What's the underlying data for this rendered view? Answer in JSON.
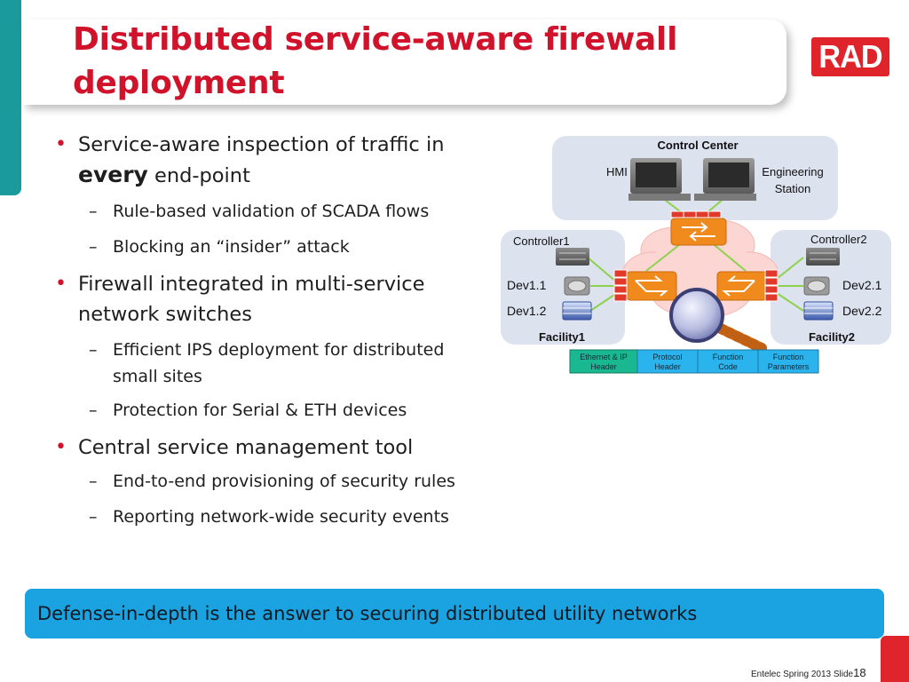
{
  "slide": {
    "title": "Distributed service-aware firewall deployment",
    "logo_text": "RAD"
  },
  "bullets": [
    {
      "level": 1,
      "text": "Service-aware inspection of traffic in",
      "emphasis": "every",
      "rest": "end-point"
    },
    {
      "level": 2,
      "text": "Rule-based validation of SCADA flows"
    },
    {
      "level": 2,
      "text": "Blocking an “insider” attack"
    },
    {
      "level": 1,
      "text": "Firewall integrated in multi-service network switches"
    },
    {
      "level": 2,
      "text": "Efficient IPS deployment for distributed small sites"
    },
    {
      "level": 2,
      "text": "Protection for Serial & ETH devices"
    },
    {
      "level": 1,
      "text": "Central service management tool"
    },
    {
      "level": 2,
      "text": "End-to-end provisioning of security rules"
    },
    {
      "level": 2,
      "text": "Reporting network-wide security events"
    }
  ],
  "diagram": {
    "control_center": "Control Center",
    "hmi": "HMI",
    "engineering_station": [
      "Engineering",
      "Station"
    ],
    "controller1": "Controller1",
    "controller2": "Controller2",
    "dev1_1": "Dev1.1",
    "dev1_2": "Dev1.2",
    "dev2_1": "Dev2.1",
    "dev2_2": "Dev2.2",
    "facility1": "Facility1",
    "facility2": "Facility2",
    "packet_fields": [
      [
        "Ethernet & IP",
        "Header"
      ],
      [
        "Protocol",
        "Header"
      ],
      [
        "Function",
        "Code"
      ],
      [
        "Function",
        "Parameters"
      ]
    ]
  },
  "callout": "Defense-in-depth is the answer to securing distributed utility networks",
  "footer": {
    "event": "Entelec Spring 2013",
    "slide_label": "Slide",
    "slide_number": "18"
  },
  "colors": {
    "title_red": "#d0122a",
    "teal": "#1a9a9a",
    "callout_blue": "#1aa3e0",
    "logo_red": "#e0242c",
    "facility_bg": "#dde2ef",
    "packet_green": "#19b890",
    "packet_blue": "#2ab3ec"
  },
  "icons": [
    "computer-monitor-icon",
    "firewall-brick-icon",
    "switch-arrows-icon",
    "controller-rack-icon",
    "serial-device-icon",
    "storage-device-icon",
    "magnifier-icon",
    "cloud-icon"
  ]
}
